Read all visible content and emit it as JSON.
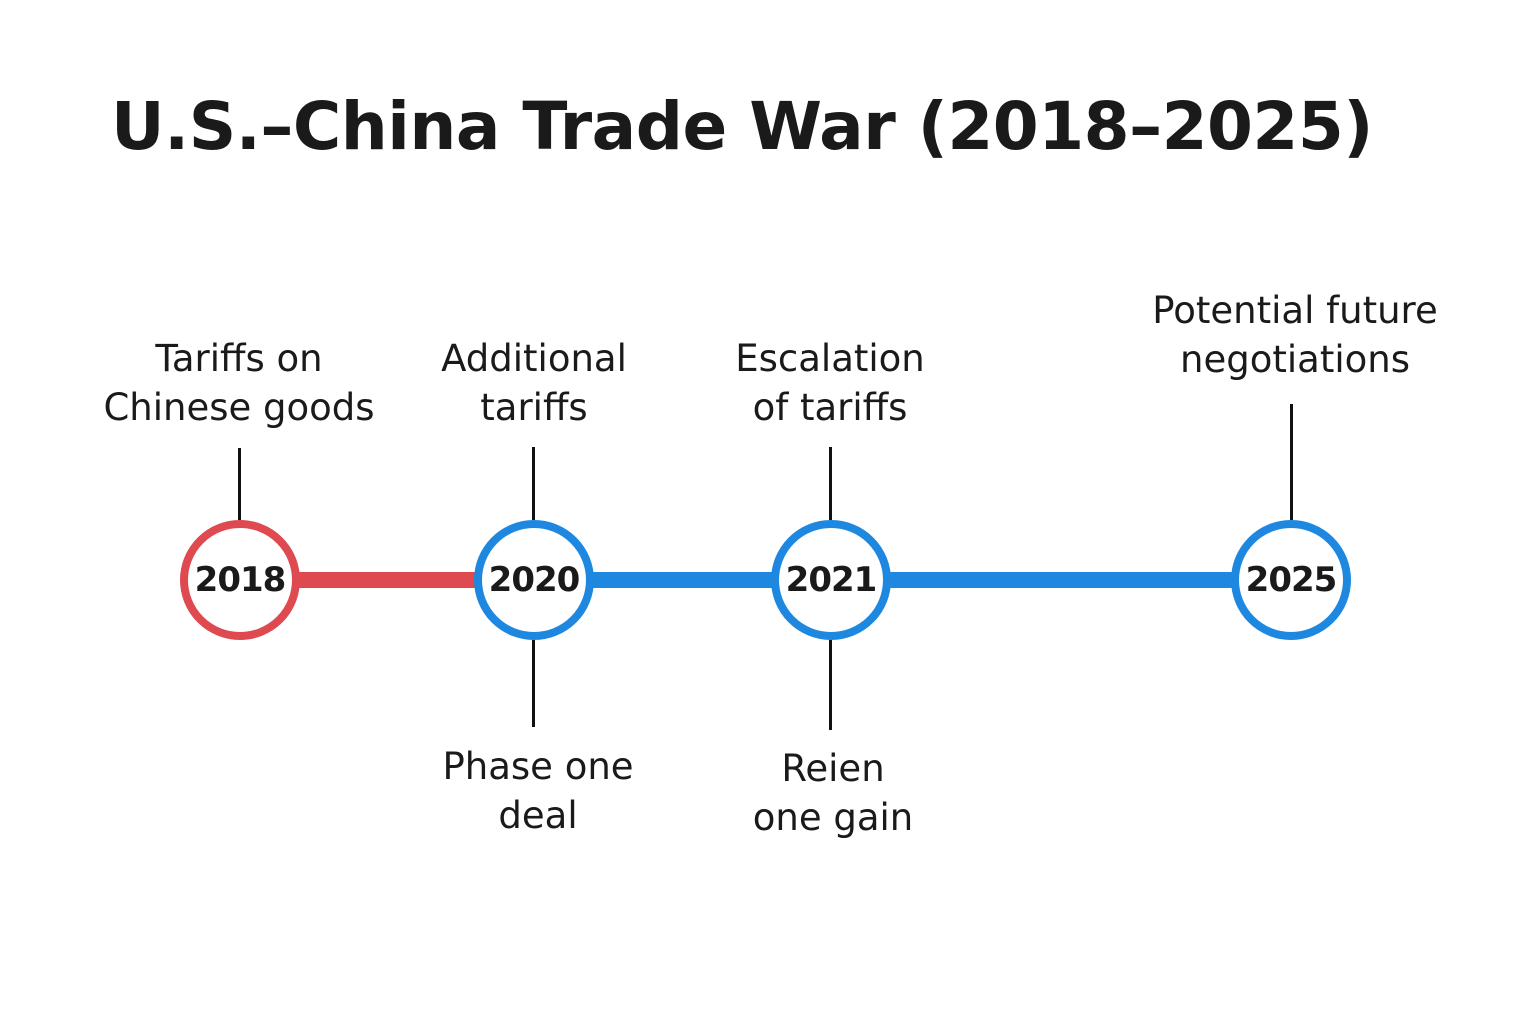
{
  "title": "U.S.–China Trade War (2018–2025)",
  "colors": {
    "red": "#de4a50",
    "blue": "#1e88e0"
  },
  "events": [
    {
      "year": "2018",
      "color": "red",
      "above": [
        "Tariffs on",
        "Chinese goods"
      ],
      "below": []
    },
    {
      "year": "2020",
      "color": "blue",
      "above": [
        "Additional",
        "tariffs"
      ],
      "below": [
        "Phase one",
        "deal"
      ]
    },
    {
      "year": "2021",
      "color": "blue",
      "above": [
        "Escalation",
        "of tariffs"
      ],
      "below": [
        "Reien",
        "one gain"
      ]
    },
    {
      "year": "2025",
      "color": "blue",
      "above": [
        "Potential future",
        "negotiations"
      ],
      "below": []
    }
  ]
}
